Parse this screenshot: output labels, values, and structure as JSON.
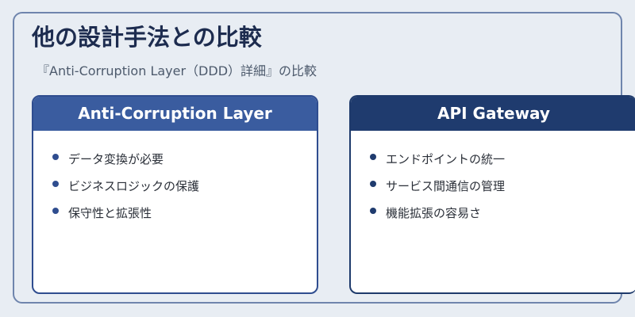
{
  "page": {
    "title": "他の設計手法との比較",
    "subtitle": "『Anti-Corruption Layer（DDD）詳細』の比較"
  },
  "cards": [
    {
      "title": "Anti-Corruption Layer",
      "items": [
        "データ変換が必要",
        "ビジネスロジックの保護",
        "保守性と拡張性"
      ]
    },
    {
      "title": "API Gateway",
      "items": [
        "エンドポイントの統一",
        "サービス間通信の管理",
        "機能拡張の容易さ"
      ]
    }
  ],
  "colors": {
    "background": "#e8edf3",
    "frame_border": "#6f85ad",
    "left_header": "#3a5c9f",
    "right_header": "#1f3b6e",
    "title_text": "#1d2c4f"
  }
}
